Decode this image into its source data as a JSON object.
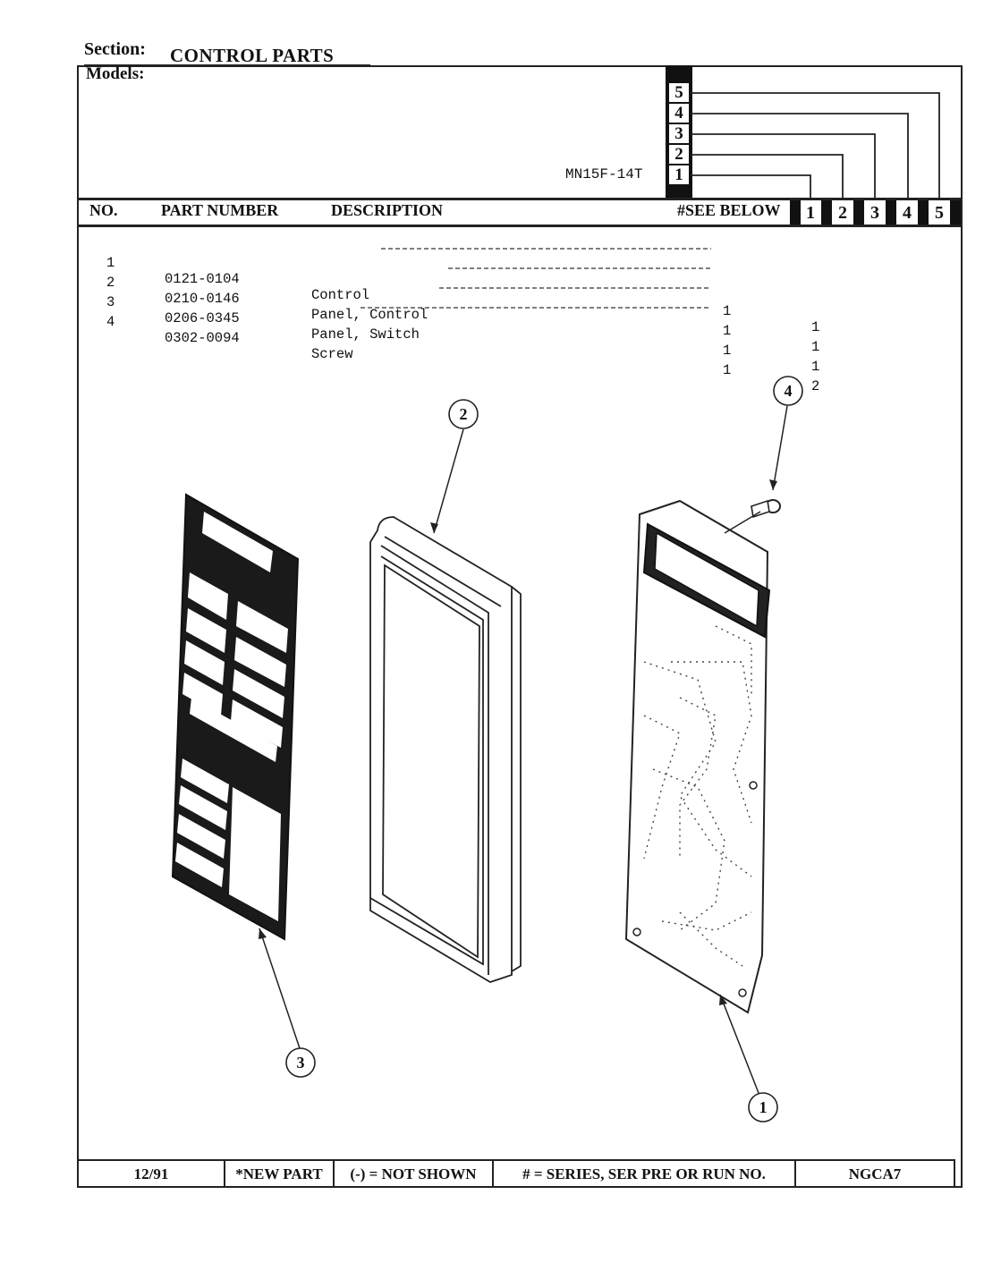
{
  "header": {
    "section_label": "Section:",
    "section_title": "CONTROL PARTS",
    "models_label": "Models:",
    "model_name": "MN15F-14T",
    "model_numbers": [
      "5",
      "4",
      "3",
      "2",
      "1"
    ]
  },
  "table": {
    "columns": {
      "no": "NO.",
      "part_number": "PART NUMBER",
      "description": "DESCRIPTION",
      "see_below": "#SEE BELOW"
    },
    "model_columns": [
      "1",
      "2",
      "3",
      "4",
      "5"
    ],
    "rows": [
      {
        "no": "1",
        "part_number": "0121-0104",
        "description": "Control",
        "see_below": "1",
        "qty": "1"
      },
      {
        "no": "2",
        "part_number": "0210-0146",
        "description": "Panel, Control",
        "see_below": "1",
        "qty": "1"
      },
      {
        "no": "3",
        "part_number": "0206-0345",
        "description": "Panel, Switch",
        "see_below": "1",
        "qty": "1"
      },
      {
        "no": "4",
        "part_number": "0302-0094",
        "description": "Screw",
        "see_below": "1",
        "qty": "2"
      }
    ]
  },
  "callouts": [
    "1",
    "2",
    "3",
    "4"
  ],
  "footer": {
    "date": "12/91",
    "new_part": "*NEW PART",
    "not_shown": "(-) = NOT SHOWN",
    "series": "# = SERIES, SER PRE OR RUN NO.",
    "code": "NGCA7"
  }
}
